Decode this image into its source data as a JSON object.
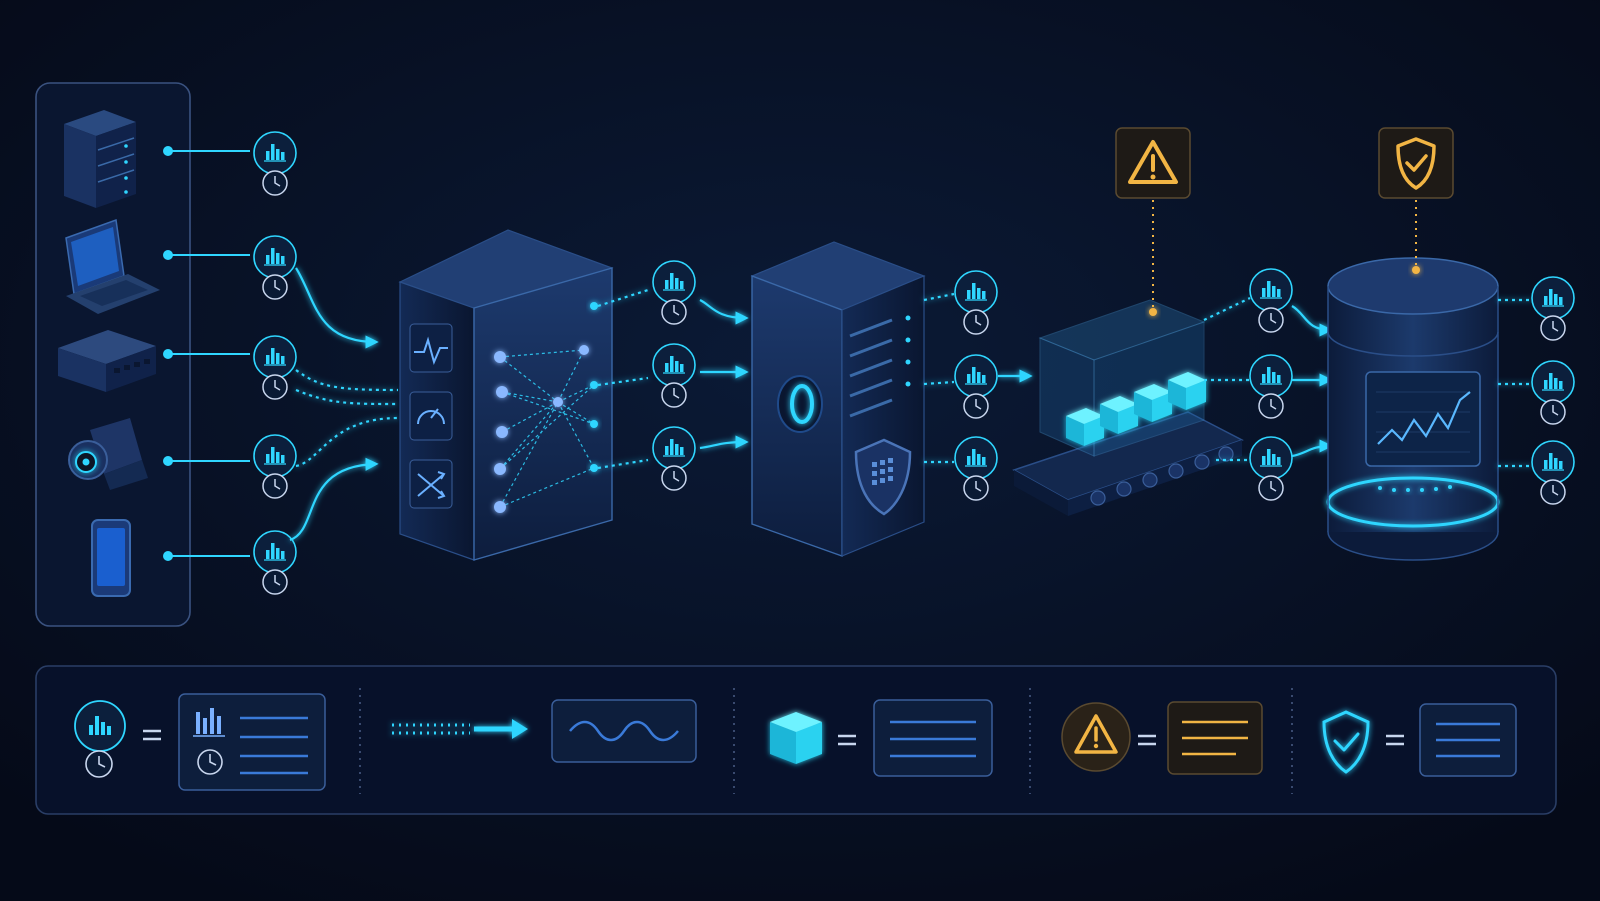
{
  "colors": {
    "background": "#060c1c",
    "accent": "#2fd6ff",
    "node_fill": "#0e2444",
    "device_fill": "#152a52",
    "warning": "#f2b544",
    "panel_border": "#2a3e66"
  },
  "sources": [
    {
      "name": "server-rack",
      "icon": "server-icon"
    },
    {
      "name": "laptop",
      "icon": "laptop-icon"
    },
    {
      "name": "network-hub",
      "icon": "router-icon"
    },
    {
      "name": "camera",
      "icon": "camera-icon"
    },
    {
      "name": "smartphone",
      "icon": "phone-icon"
    }
  ],
  "stages": [
    {
      "name": "ingestion-processor",
      "icons": [
        "pulse-icon",
        "gauge-icon",
        "shuffle-icon"
      ]
    },
    {
      "name": "security-gateway",
      "icons": [
        "shield-grid-icon",
        "ring-icon"
      ]
    },
    {
      "name": "queue-conveyor",
      "icons": [
        "cube-icon"
      ],
      "alert": "warning-icon"
    },
    {
      "name": "database-store",
      "icons": [
        "chart-icon"
      ],
      "alert": "shield-check-icon"
    }
  ],
  "legend": [
    {
      "name": "timestamped-metric",
      "icon": "metric-clock-icon",
      "meaning": "metric-card"
    },
    {
      "name": "data-stream",
      "icon": "dotted-arrow-icon",
      "meaning": "wave-card"
    },
    {
      "name": "data-packet",
      "icon": "cube-icon",
      "meaning": "lines-card"
    },
    {
      "name": "warning-alert",
      "icon": "warning-icon",
      "meaning": "orange-lines-card"
    },
    {
      "name": "secured",
      "icon": "shield-check-icon",
      "meaning": "lines-card"
    }
  ]
}
